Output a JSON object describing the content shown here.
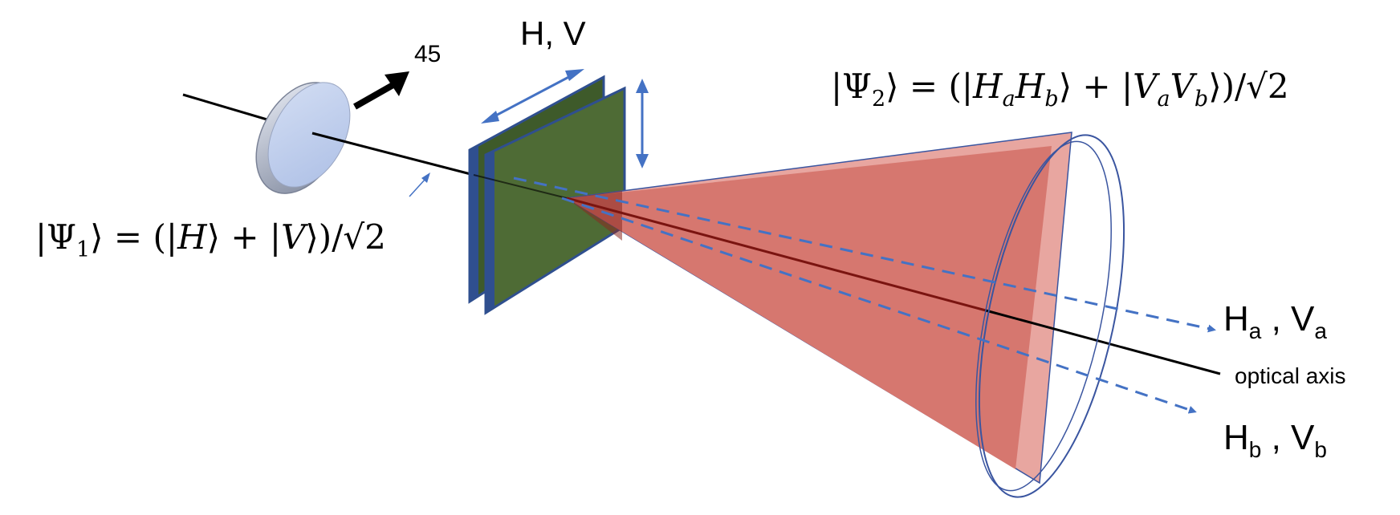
{
  "labels": {
    "angle": "45",
    "crystal_polarizations": "H, V",
    "optical_axis": "optical axis"
  },
  "psi1": {
    "open": "|Ψ",
    "sub": "1",
    "mid": "⟩ = (|",
    "h": "H",
    "plus": "⟩ + |",
    "v": "V",
    "close": "⟩)/√2"
  },
  "psi2": {
    "open": "|Ψ",
    "sub": "2",
    "mid": "⟩ = (|",
    "ha": "H",
    "ha_sub": "a",
    "hb": "H",
    "hb_sub": "b",
    "plus": "⟩ + |",
    "va": "V",
    "va_sub": "a",
    "vb": "V",
    "vb_sub": "b",
    "close": "⟩)/√2"
  },
  "output_a": {
    "h": "H",
    "h_sub": "a",
    "sep": " , ",
    "v": "V",
    "v_sub": "a"
  },
  "output_b": {
    "h": "H",
    "h_sub": "b",
    "sep": " , ",
    "v": "V",
    "v_sub": "b"
  },
  "colors": {
    "beam": "#000000",
    "arrow_blue": "#4472C4",
    "crystal_green": "#4E6B35",
    "crystal_edge": "#2F4F8F",
    "cone_red": "#D6776F",
    "cone_light": "#E8A6A0",
    "waveplate": "#C5D3EF",
    "waveplate_rim": "#8E98B0"
  }
}
